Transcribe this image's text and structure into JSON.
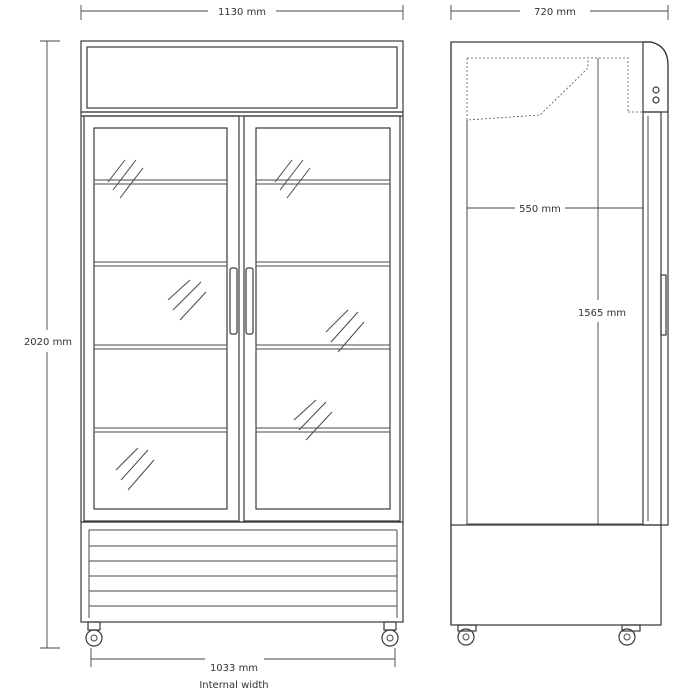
{
  "dimensions": {
    "front_width": "1130 mm",
    "side_depth": "720 mm",
    "height": "2020 mm",
    "internal_depth": "550 mm",
    "internal_height": "1565 mm",
    "internal_width_value": "1033 mm",
    "internal_width_caption": "Internal width"
  }
}
